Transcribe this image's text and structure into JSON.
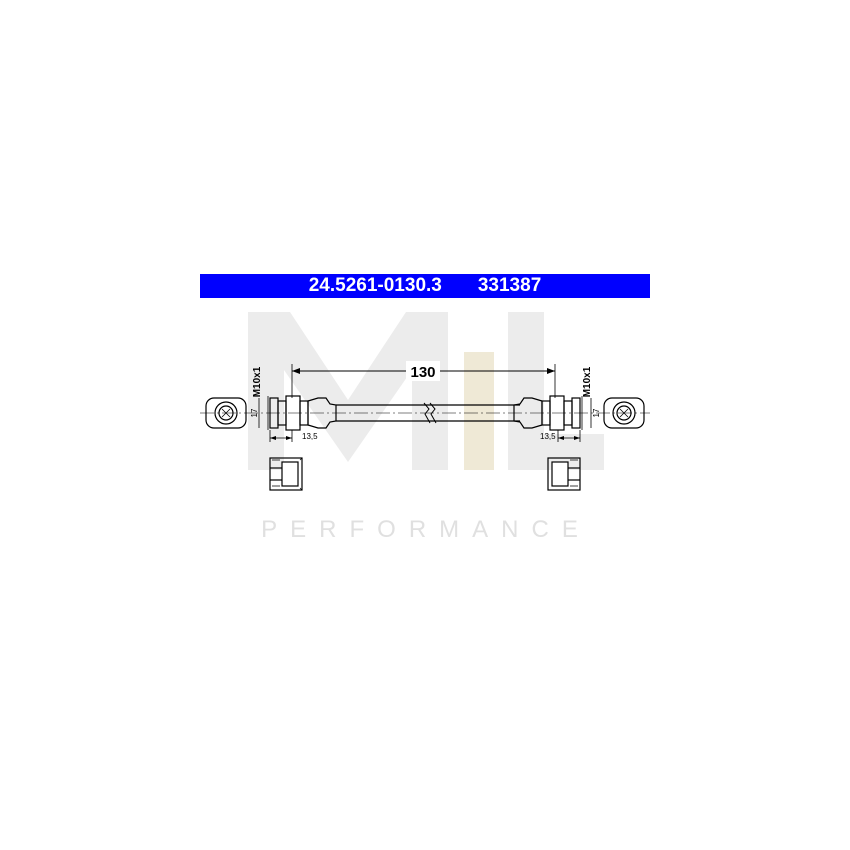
{
  "header": {
    "part_number": "24.5261-0130.3",
    "ref_number": "331387",
    "background_color": "#0000ff",
    "text_color": "#ffffff"
  },
  "dimensions": {
    "length": "130",
    "left_thread": "M10x1",
    "right_thread": "M10x1",
    "left_wrench": "17",
    "right_wrench": "17",
    "left_fitting_length": "13,5",
    "right_fitting_length": "13,5"
  },
  "watermark": {
    "logo": "ML",
    "text": "PERFORMANCE",
    "color": "#e0e0e0"
  }
}
